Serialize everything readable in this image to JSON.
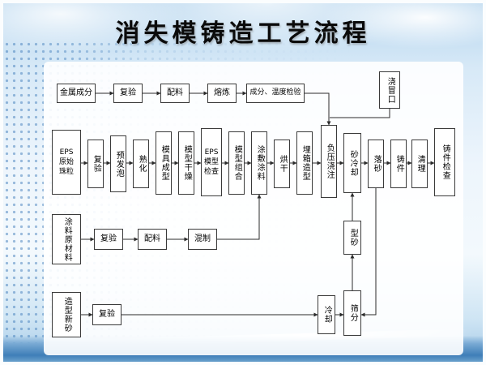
{
  "title": "消失模铸造工艺流程",
  "flow": {
    "metal_line": {
      "metal_composition": "金属成分",
      "recheck": "复验",
      "batching": "配料",
      "melting": "熔炼",
      "comp_temp_inspection": "成分、温度检验",
      "gating_riser": "浇冒口"
    },
    "pattern_line": {
      "eps_raw_beads": [
        "EPS",
        "原始",
        "珠粒"
      ],
      "recheck": "复验",
      "pre_foaming": "预发泡",
      "aging": "熟化",
      "mold_forming": "模具成型",
      "pattern_drying": "模型干燥",
      "eps_pattern_check": [
        "EPS",
        "模型",
        "检查"
      ],
      "pattern_assembly": "模型组合",
      "apply_coating": "涂敷涂料",
      "baking": "烘干",
      "box_molding": "埋箱造型",
      "vacuum_pouring": "负压浇注",
      "sand_cooling": "砂冷却",
      "shakeout": "落砂",
      "casting": "铸件",
      "cleaning": "清理",
      "casting_inspection": "铸件检查"
    },
    "coating_line": {
      "raw_material": "涂料原材料",
      "recheck": "复验",
      "batching": "配料",
      "mixing": "混制"
    },
    "sand_line": {
      "new_sand": "造型新砂",
      "recheck": "复验",
      "cooling": "冷却",
      "screening": "筛分",
      "molding_sand": "型砂"
    }
  }
}
